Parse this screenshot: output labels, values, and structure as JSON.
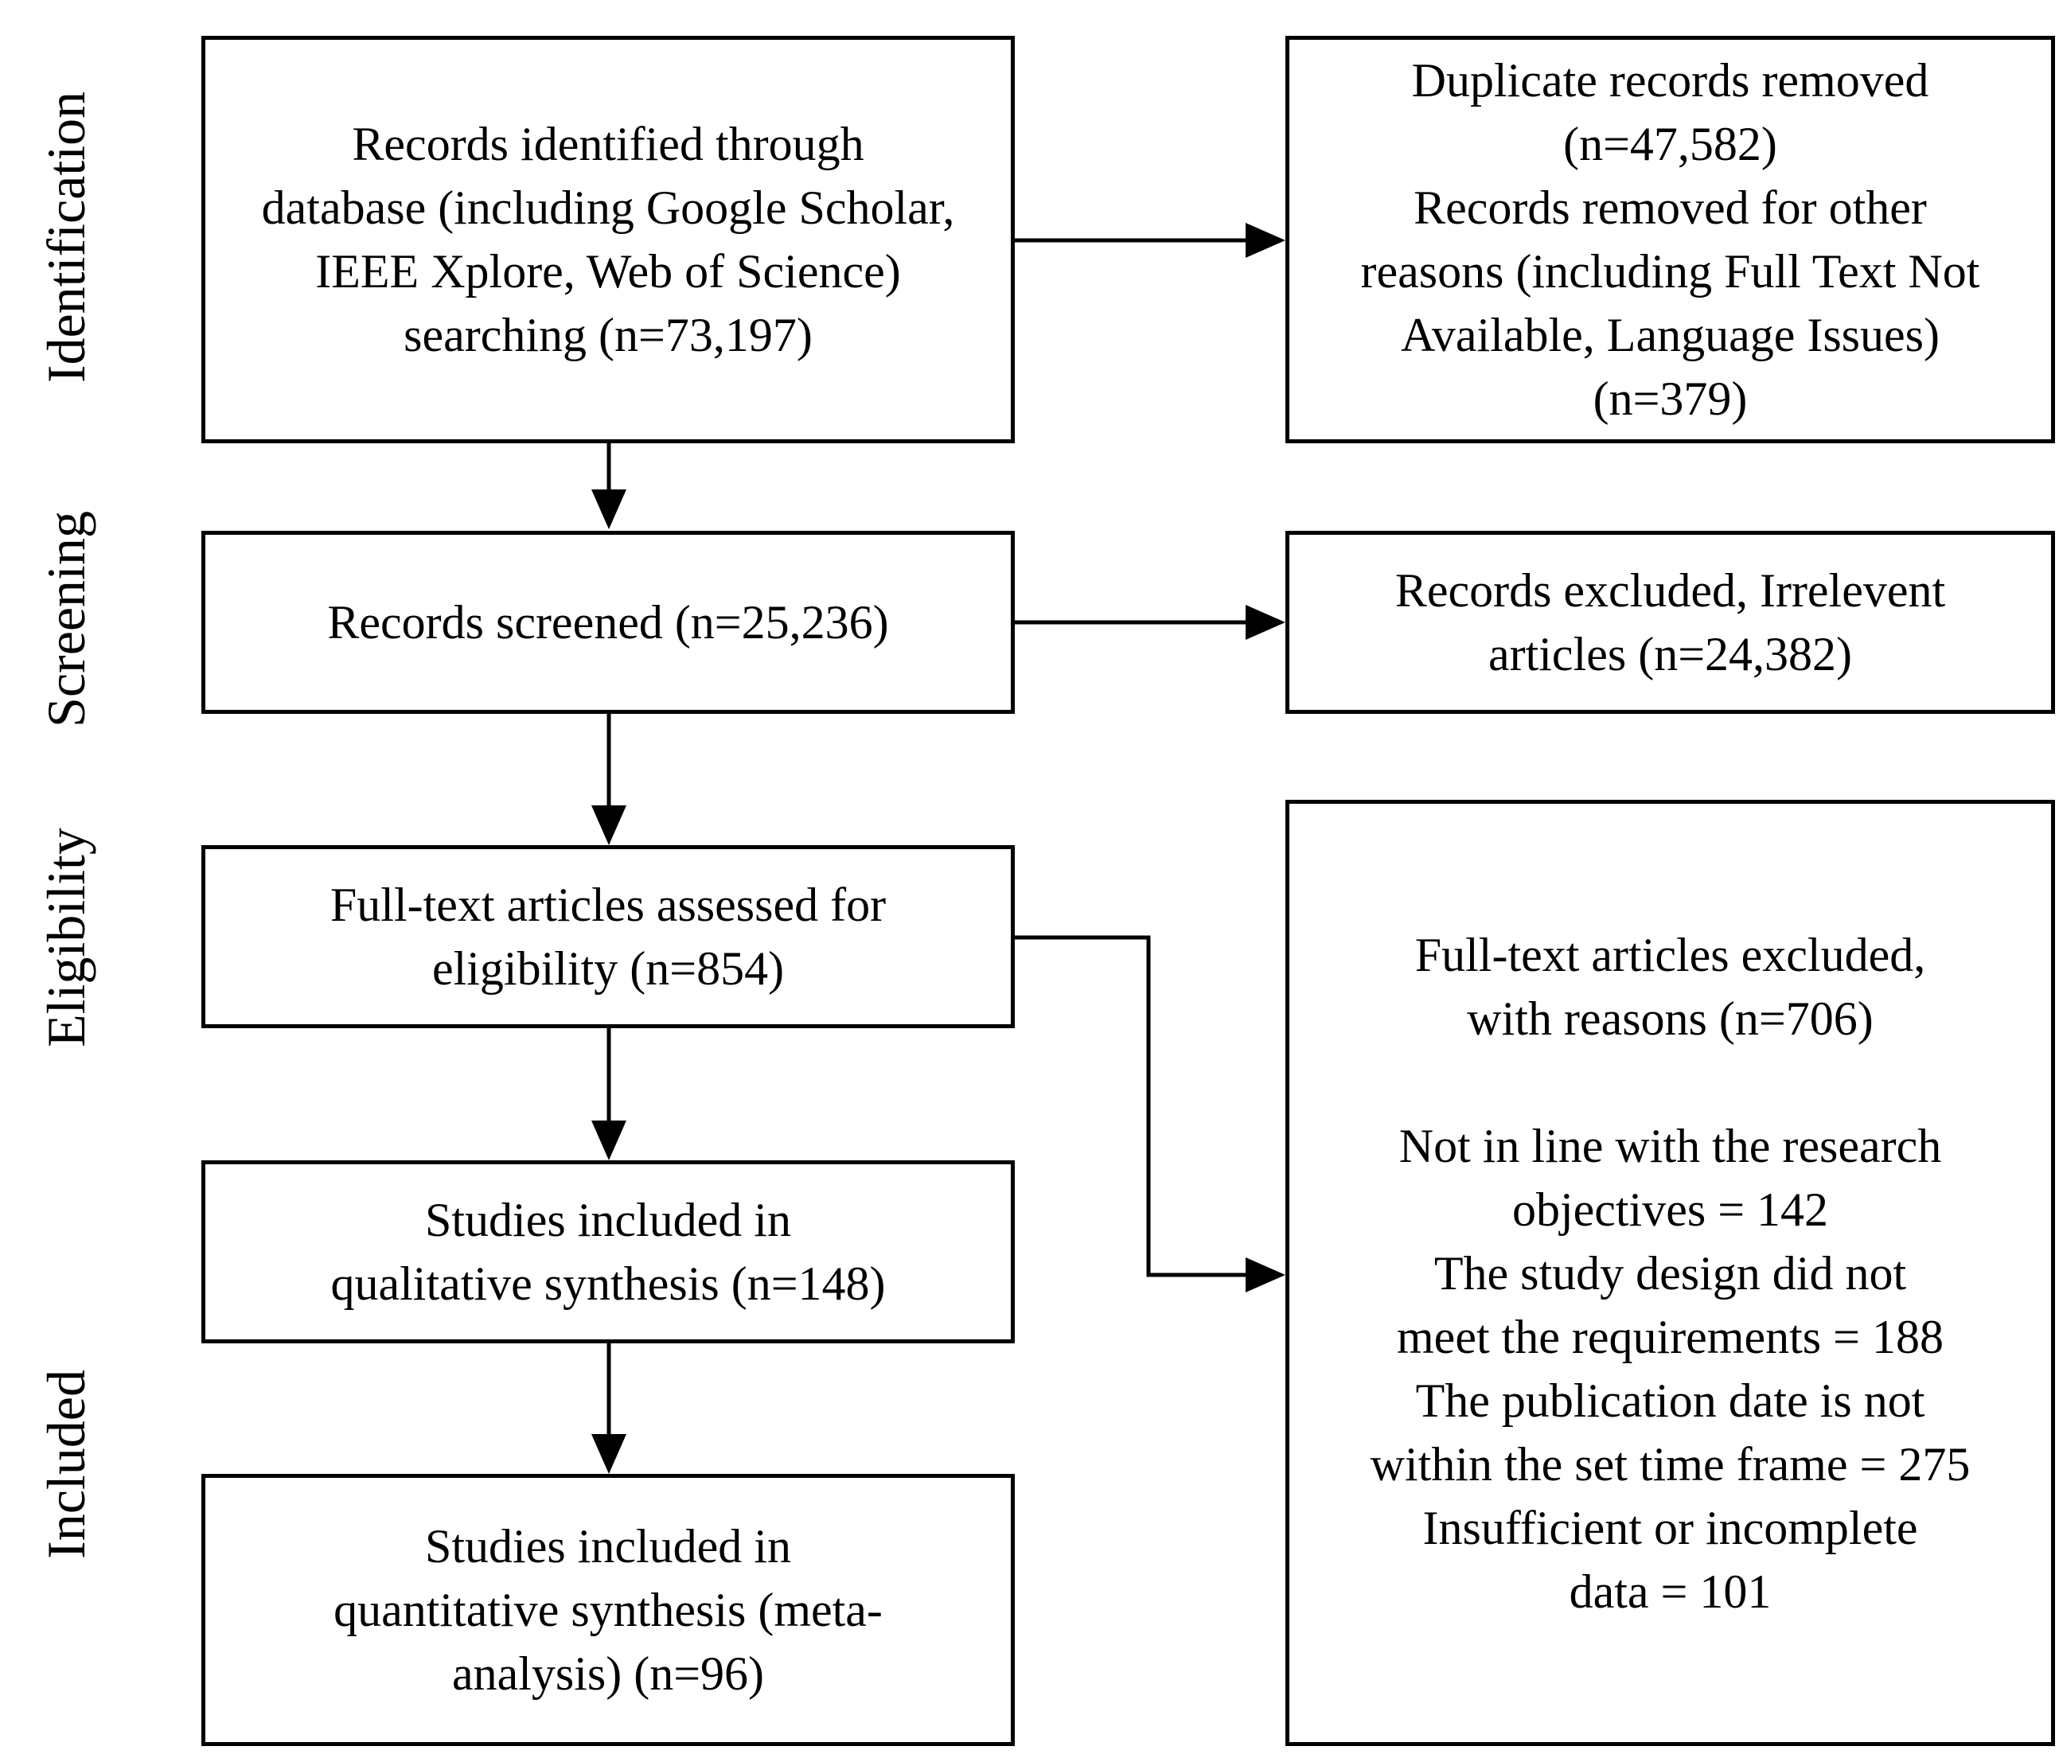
{
  "stages": {
    "identification": "Identification",
    "screening": "Screening",
    "eligibility": "Eligibility",
    "included": "Included"
  },
  "boxes": {
    "records_identified": [
      "Records identified through",
      "database (including Google Scholar,",
      "IEEE Xplore, Web of Science)",
      "searching (n=73,197)"
    ],
    "duplicates_removed": [
      "Duplicate records removed",
      "(n=47,582)",
      "Records removed for other",
      "reasons (including Full Text Not",
      "Available, Language Issues)",
      "(n=379)"
    ],
    "records_screened": [
      "Records screened (n=25,236)"
    ],
    "records_excluded": [
      "Records excluded, Irrelevent",
      "articles (n=24,382)"
    ],
    "fulltext_assessed": [
      "Full-text articles assessed for",
      "eligibility (n=854)"
    ],
    "fulltext_excluded_head": [
      "Full-text articles excluded,",
      "with reasons (n=706)"
    ],
    "fulltext_excluded_reasons": [
      "Not in line with the research",
      "objectives = 142",
      "The study design did not",
      "meet the requirements = 188",
      "The publication date is not",
      "within the set time frame = 275",
      "Insufficient or incomplete",
      "data = 101"
    ],
    "qualitative": [
      "Studies included in",
      "qualitative synthesis (n=148)"
    ],
    "quantitative": [
      "Studies included in",
      "quantitative synthesis (meta-",
      "analysis) (n=96)"
    ]
  }
}
